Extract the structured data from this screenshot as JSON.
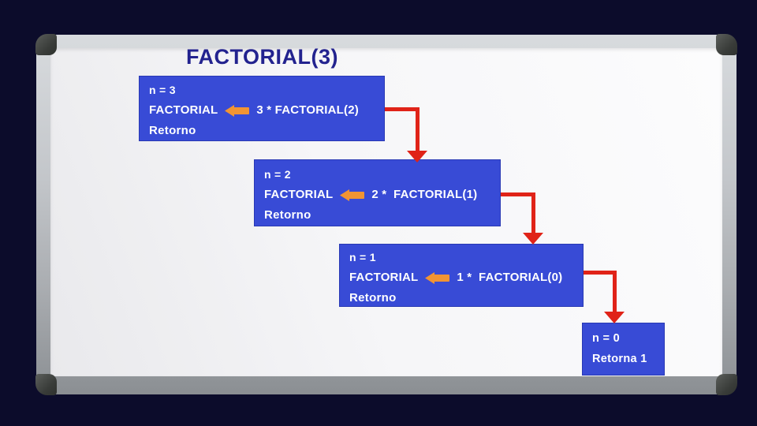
{
  "title": "FACTORIAL(3)",
  "boxes": [
    {
      "name": "call-n3",
      "line1": "n = 3",
      "func": "FACTORIAL",
      "expr": "3 * FACTORIAL(2)",
      "line3": "Retorno"
    },
    {
      "name": "call-n2",
      "line1": "n = 2",
      "func": "FACTORIAL",
      "expr": "2 *  FACTORIAL(1)",
      "line3": "Retorno"
    },
    {
      "name": "call-n1",
      "line1": "n = 1",
      "func": "FACTORIAL",
      "expr": "1 *  FACTORIAL(0)",
      "line3": "Retorno"
    },
    {
      "name": "base-case-n0",
      "line1": "n = 0",
      "line2": "Retorna 1"
    }
  ],
  "icons": {
    "assign_arrow": "orange-left-arrow",
    "connector": "red-elbow-arrow-down"
  },
  "colors": {
    "background": "#0c0c2b",
    "board_face": "#f6f6f8",
    "frame_gray": "#c3c6ca",
    "corner_cap": "#3a3d3a",
    "box_blue": "#384bd6",
    "title_navy": "#23238f",
    "connector_red": "#e02318",
    "assign_orange": "#f19433",
    "box_text": "#ffffff"
  }
}
